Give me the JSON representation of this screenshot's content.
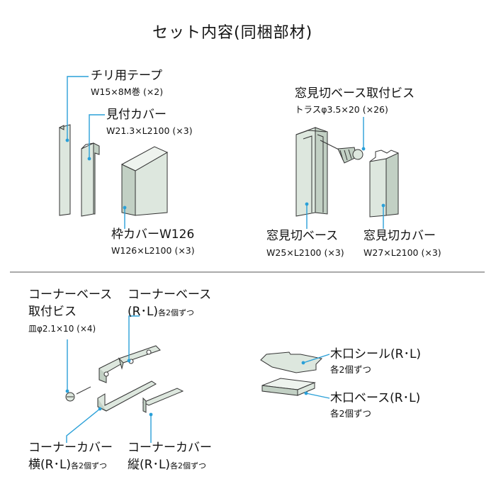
{
  "title": "セット内容(同梱部材)",
  "parts": {
    "chiri_tape": {
      "name": "チリ用テープ",
      "spec": "W15×8M巻 (×2)"
    },
    "mitsuke_cover": {
      "name": "見付カバー",
      "spec": "W21.3×L2100 (×3)"
    },
    "waku_cover": {
      "name": "枠カバーW126",
      "spec": "W126×L2100 (×3)"
    },
    "madomikiri_screw": {
      "name": "窓見切ベース取付ビス",
      "spec": "トラスφ3.5×20 (×26)"
    },
    "madomikiri_base": {
      "name": "窓見切ベース",
      "spec": "W25×L2100 (×3)"
    },
    "madomikiri_cover": {
      "name": "窓見切カバー",
      "spec": "W27×L2100 (×3)"
    },
    "corner_screw": {
      "line1": "コーナーベース",
      "line2": "取付ビス",
      "spec": "皿φ2.1×10 (×4)"
    },
    "corner_base": {
      "line1": "コーナーベース",
      "line2_main": "(R･L)",
      "line2_small": "各2個ずつ"
    },
    "corner_cover_yoko": {
      "line1": "コーナーカバー",
      "line2_main": "横(R･L)",
      "line2_small": "各2個ずつ"
    },
    "corner_cover_tate": {
      "line1": "コーナーカバー",
      "line2_main": "縦(R･L)",
      "line2_small": "各2個ずつ"
    },
    "koguchi_seal": {
      "name": "木口シール(R･L)",
      "qty": "各2個ずつ"
    },
    "koguchi_base": {
      "name": "木口ベース(R･L)",
      "qty": "各2個ずつ"
    }
  },
  "colors": {
    "part_fill": "#dde7de",
    "part_dark": "#c2d0c4",
    "leader": "#2aa0d8",
    "outline": "#333333"
  }
}
